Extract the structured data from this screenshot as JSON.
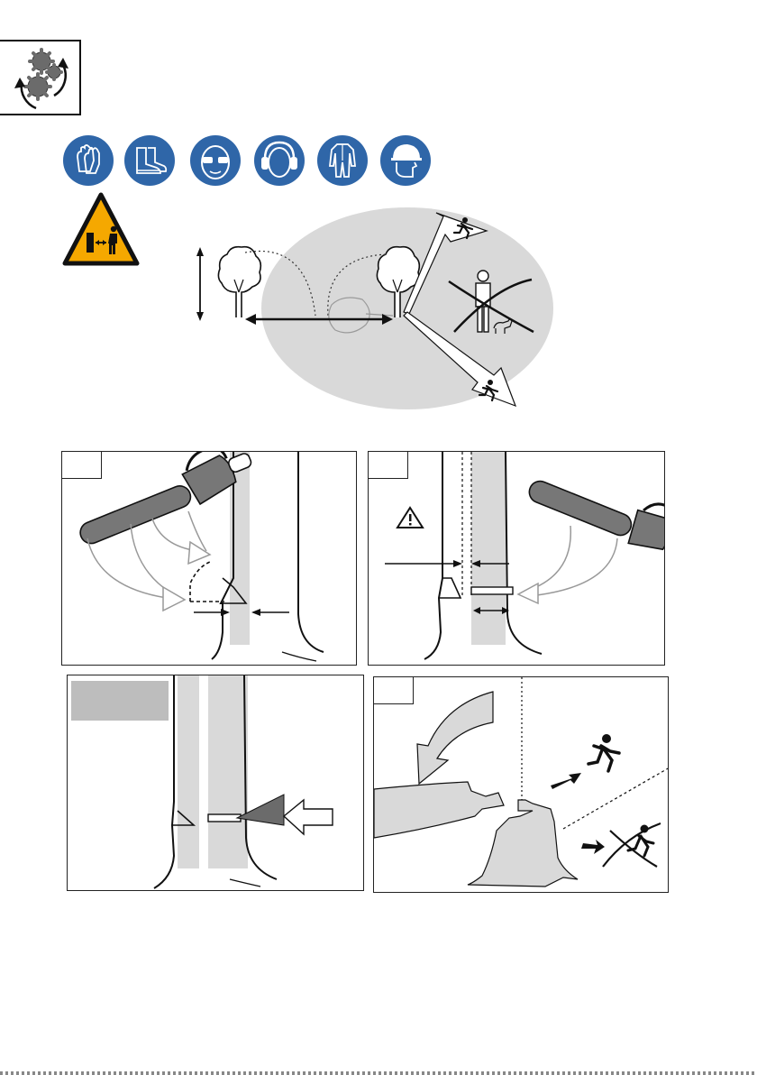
{
  "page": {
    "section_icon": "gears-rotation-icon",
    "ppe_icons": [
      "gloves-icon",
      "safety-boots-icon",
      "eye-protection-icon",
      "ear-protection-icon",
      "coverall-icon",
      "helmet-icon"
    ],
    "warning_icon": "keep-distance-warning-icon",
    "ppe_color": "#2f66a8",
    "warning_color": "#f5a800",
    "shade_color": "#d9d9d9"
  },
  "panels": [
    {
      "id": "notch-cut",
      "badge": ""
    },
    {
      "id": "felling-cut",
      "badge": ""
    },
    {
      "id": "wedge",
      "badge": ""
    },
    {
      "id": "escape",
      "badge": ""
    }
  ]
}
